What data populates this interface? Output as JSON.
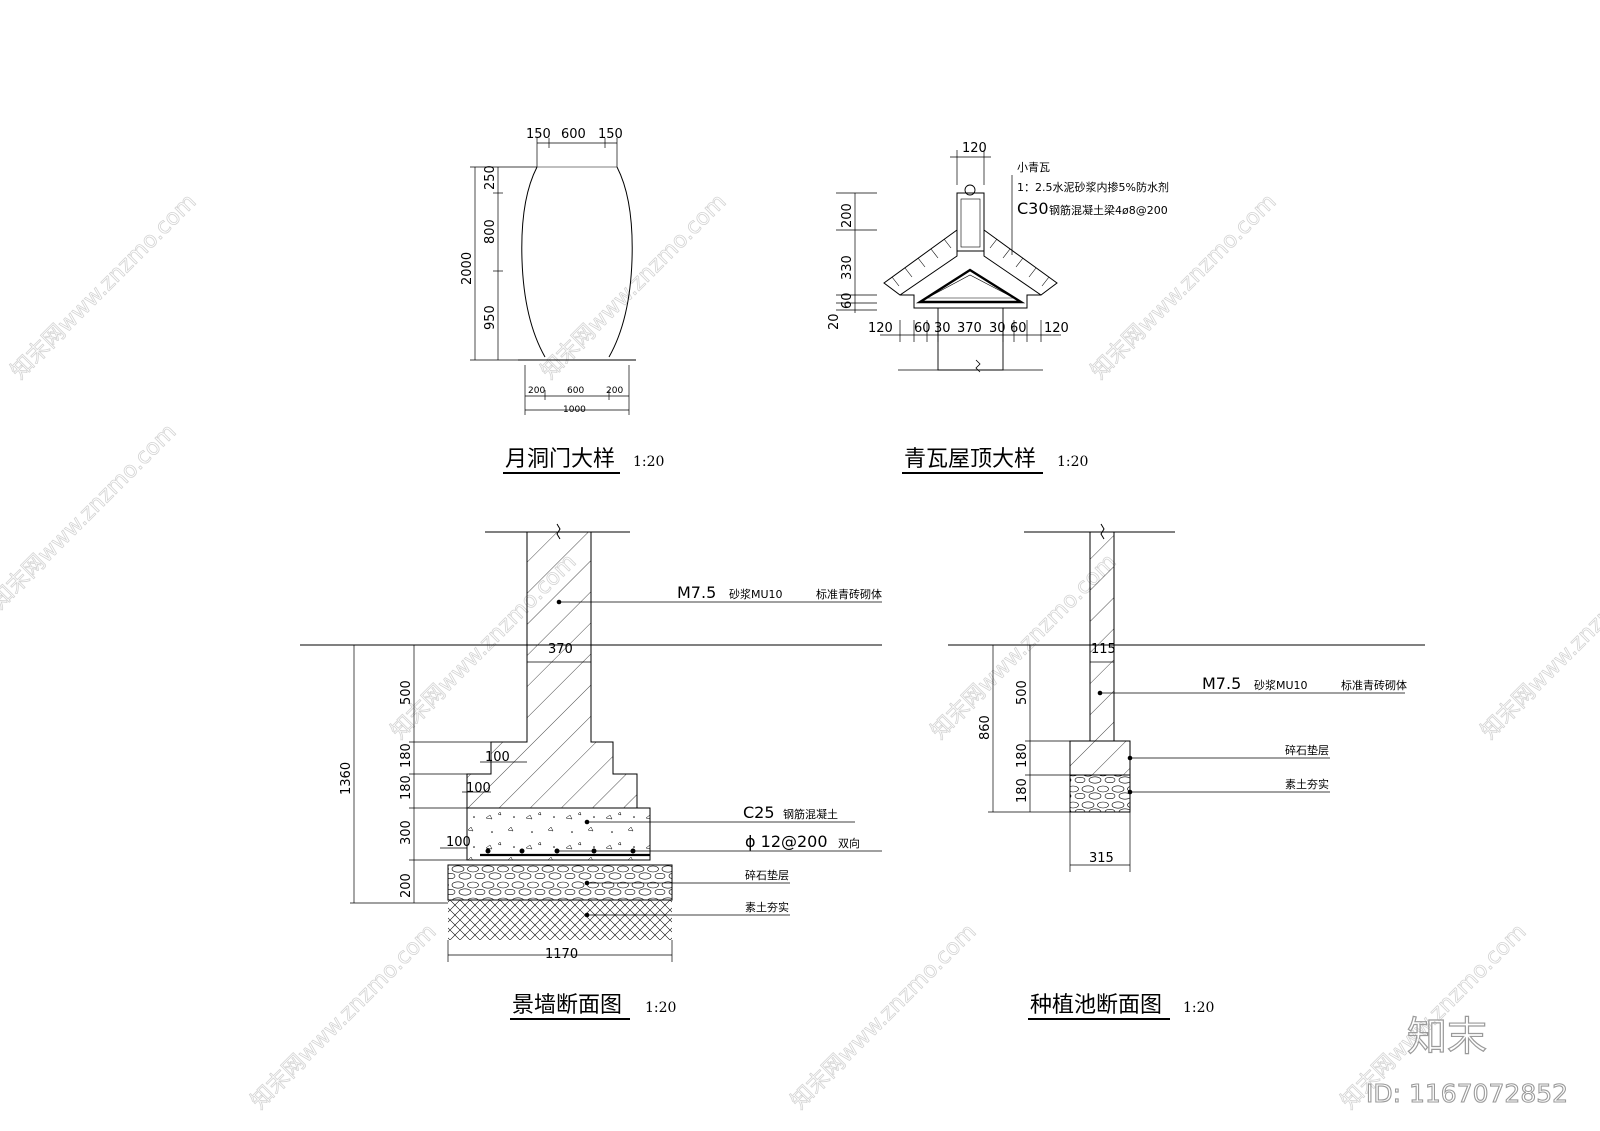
{
  "watermark": {
    "text": "知末网www.znzmo.com"
  },
  "brand": {
    "logo_text": "知末",
    "id_text": "ID: 1167072852"
  },
  "moon_gate": {
    "title": "月洞门大样",
    "scale": "1:20",
    "dims_top": [
      "150",
      "600",
      "150"
    ],
    "dims_left": [
      "250",
      "800",
      "950"
    ],
    "dim_total": "2000",
    "dims_bottom": [
      "200",
      "600",
      "200"
    ],
    "dim_bottom_total": "1000"
  },
  "roof": {
    "title": "青瓦屋顶大样",
    "scale": "1:20",
    "dim_top": "120",
    "dims_left": [
      "200",
      "330",
      "60",
      "20"
    ],
    "dims_bottom": [
      "120",
      "60",
      "30",
      "370",
      "30",
      "60",
      "120"
    ],
    "notes": [
      "小青瓦",
      "1：2.5水泥砂浆内掺5%防水剂",
      "C30",
      "钢筋混凝土梁4ø8@200"
    ]
  },
  "wall": {
    "title": "景墙断面图",
    "scale": "1:20",
    "dim_wall": "370",
    "dims_left": [
      "500",
      "180",
      "180",
      "300",
      "200"
    ],
    "dim_total": "1360",
    "dims_steps": [
      "100",
      "100",
      "100"
    ],
    "dim_base": "1170",
    "notes": [
      "M7.5",
      "砂浆MU10",
      "标准青砖砌体",
      "C25",
      "钢筋混凝土",
      "ϕ 12@200",
      "双向",
      "碎石垫层",
      "素土夯实"
    ]
  },
  "planter": {
    "title": "种植池断面图",
    "scale": "1:20",
    "dim_wall": "115",
    "dims_left": [
      "500",
      "180",
      "180"
    ],
    "dim_total": "860",
    "dim_base": "315",
    "notes": [
      "M7.5",
      "砂浆MU10",
      "标准青砖砌体",
      "碎石垫层",
      "素土夯实"
    ]
  }
}
